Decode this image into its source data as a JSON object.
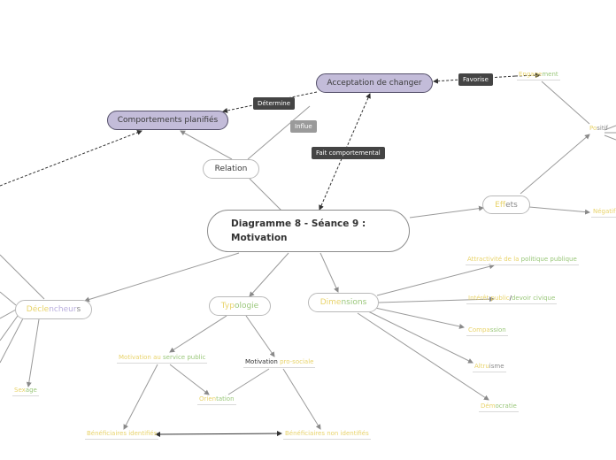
{
  "central": {
    "line1": "Diagramme 8 - Séance 9 :",
    "line2": "Motivation"
  },
  "nodes": {
    "acceptation": "Acceptation de changer",
    "comportements": "Comportements planifiés",
    "relation": "Relation",
    "effets": {
      "a": "Eff",
      "b": "ets"
    },
    "declencheurs": {
      "a": "Décle",
      "b": "ncheur",
      "c": "s"
    },
    "typologie": {
      "a": "Typ",
      "b": "ologie"
    },
    "dimensions": {
      "a": "Dime",
      "b": "nsions"
    }
  },
  "tags": {
    "determine": "Détermine",
    "influe": "Influe",
    "fait": "Fait comportemental",
    "favorise": "Favorise"
  },
  "leaves": {
    "engagement": {
      "a": "Engage",
      "b": "ment"
    },
    "positif": {
      "a": "Po",
      "b": "sitif"
    },
    "negatif": "Négatif",
    "attractivite": {
      "a": "Attractivité de la ",
      "b": "politique publique"
    },
    "interet": {
      "a": "Intérêt public",
      "b": "/",
      "c": "devoir civique"
    },
    "compassion": {
      "a": "Compa",
      "b": "ssion"
    },
    "altruisme": {
      "a": "Altru",
      "b": "isme"
    },
    "democratie": {
      "a": "Dém",
      "b": "ocratie"
    },
    "motivation_service": {
      "a": "Motivation au ",
      "b": "service public"
    },
    "motivation_prosociale": {
      "a": "Motivation ",
      "b": "pro-sociale"
    },
    "orientation": {
      "a": "Orien",
      "b": "tation"
    },
    "benef_identifies": "Bénéficiaires identifiés",
    "benef_non": "Bénéficiaires non identifiés",
    "sexage": {
      "a": "Sex",
      "b": "age"
    }
  },
  "colors": {
    "purple_node": "#c3bcd9",
    "tag_dark": "#444444",
    "tag_light": "#9a9a9a",
    "yellow_text": "#e8d36a"
  }
}
